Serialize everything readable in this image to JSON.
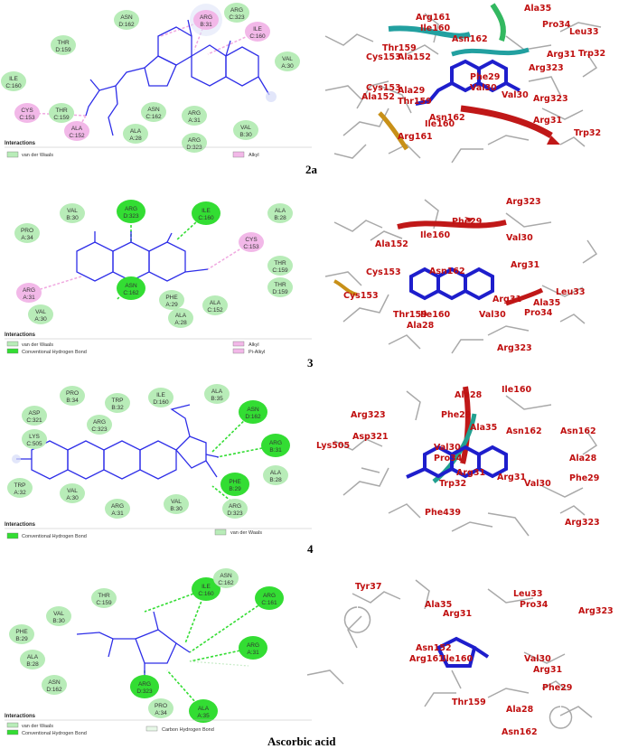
{
  "colors": {
    "vdw": "#b8ecb8",
    "hbond": "#33dd33",
    "alkyl": "#f2b8e8",
    "carbonH": "#e6f7e6",
    "ligand": "#2e2ee8",
    "residue3d": "#c01010"
  },
  "panels": [
    {
      "label": "2a",
      "residues": [
        {
          "name": "ASN",
          "id": "D:162",
          "type": "vdw"
        },
        {
          "name": "ARG",
          "id": "C:323",
          "type": "vdw"
        },
        {
          "name": "ARG",
          "id": "B:31",
          "type": "alkyl"
        },
        {
          "name": "ILE",
          "id": "C:160",
          "type": "alkyl"
        },
        {
          "name": "THR",
          "id": "D:159",
          "type": "vdw"
        },
        {
          "name": "VAL",
          "id": "A:30",
          "type": "vdw"
        },
        {
          "name": "ILE",
          "id": "C:160",
          "type": "vdw"
        },
        {
          "name": "CYS",
          "id": "C:153",
          "type": "alkyl"
        },
        {
          "name": "THR",
          "id": "C:159",
          "type": "vdw"
        },
        {
          "name": "ASN",
          "id": "C:162",
          "type": "vdw"
        },
        {
          "name": "ARG",
          "id": "A:31",
          "type": "vdw"
        },
        {
          "name": "VAL",
          "id": "B:30",
          "type": "vdw"
        },
        {
          "name": "ALA",
          "id": "C:152",
          "type": "alkyl"
        },
        {
          "name": "ALA",
          "id": "A:28",
          "type": "vdw"
        },
        {
          "name": "ARG",
          "id": "D:323",
          "type": "vdw"
        }
      ],
      "legend_title": "Interactions",
      "legend": [
        {
          "text": "van der Waals",
          "type": "vdw"
        },
        {
          "text": "Alkyl",
          "type": "alkyl"
        }
      ],
      "labels3d": [
        "Ala35",
        "Arg161",
        "Ile160",
        "Pro34",
        "Leu33",
        "Thr159",
        "Asn162",
        "Cys153",
        "Ala152",
        "Arg31",
        "Trp32",
        "Arg323",
        "Phe29",
        "Val30",
        "Cys153",
        "Ala152",
        "Arg323",
        "Ala29",
        "Thr159",
        "Val30",
        "Asn162",
        "Ile160",
        "Arg31",
        "Arg161",
        "Trp32"
      ]
    },
    {
      "label": "3",
      "residues": [
        {
          "name": "VAL",
          "id": "B:30",
          "type": "vdw"
        },
        {
          "name": "ARG",
          "id": "D:323",
          "type": "hbond"
        },
        {
          "name": "ILE",
          "id": "C:160",
          "type": "hbond"
        },
        {
          "name": "ALA",
          "id": "B:28",
          "type": "vdw"
        },
        {
          "name": "PRO",
          "id": "A:34",
          "type": "vdw"
        },
        {
          "name": "CYS",
          "id": "C:153",
          "type": "alkyl"
        },
        {
          "name": "THR",
          "id": "C:159",
          "type": "vdw"
        },
        {
          "name": "THR",
          "id": "D:159",
          "type": "vdw"
        },
        {
          "name": "ARG",
          "id": "A:31",
          "type": "alkyl"
        },
        {
          "name": "ASN",
          "id": "C:162",
          "type": "hbond"
        },
        {
          "name": "PHE",
          "id": "A:29",
          "type": "vdw"
        },
        {
          "name": "ALA",
          "id": "C:152",
          "type": "vdw"
        },
        {
          "name": "VAL",
          "id": "A:30",
          "type": "vdw"
        },
        {
          "name": "ALA",
          "id": "A:28",
          "type": "vdw"
        }
      ],
      "legend_title": "Interactions",
      "legend": [
        {
          "text": "van der Waals",
          "type": "vdw"
        },
        {
          "text": "Conventional Hydrogen Bond",
          "type": "hbond"
        },
        {
          "text": "Alkyl",
          "type": "alkyl"
        },
        {
          "text": "Pi-Alkyl",
          "type": "alkyl"
        }
      ],
      "labels3d": [
        "Arg323",
        "Phe29",
        "Ile160",
        "Ala152",
        "Val30",
        "Arg31",
        "Cys153",
        "Asn162",
        "Cys153",
        "Arg31",
        "Leu33",
        "Ala35",
        "Thr159",
        "Ile160",
        "Val30",
        "Pro34",
        "Ala28",
        "Arg323"
      ]
    },
    {
      "label": "4",
      "residues": [
        {
          "name": "PRO",
          "id": "B:34",
          "type": "vdw"
        },
        {
          "name": "TRP",
          "id": "B:32",
          "type": "vdw"
        },
        {
          "name": "ILE",
          "id": "D:160",
          "type": "vdw"
        },
        {
          "name": "ALA",
          "id": "B:35",
          "type": "vdw"
        },
        {
          "name": "ASP",
          "id": "C:321",
          "type": "vdw"
        },
        {
          "name": "ASN",
          "id": "D:162",
          "type": "hbond"
        },
        {
          "name": "ARG",
          "id": "C:323",
          "type": "vdw"
        },
        {
          "name": "LYS",
          "id": "C:505",
          "type": "vdw"
        },
        {
          "name": "ARG",
          "id": "B:31",
          "type": "hbond"
        },
        {
          "name": "ALA",
          "id": "B:28",
          "type": "vdw"
        },
        {
          "name": "TRP",
          "id": "A:32",
          "type": "vdw"
        },
        {
          "name": "VAL",
          "id": "A:30",
          "type": "vdw"
        },
        {
          "name": "ARG",
          "id": "A:31",
          "type": "vdw"
        },
        {
          "name": "VAL",
          "id": "B:30",
          "type": "vdw"
        },
        {
          "name": "ARG",
          "id": "D:323",
          "type": "vdw"
        },
        {
          "name": "PHE",
          "id": "B:29",
          "type": "hbond"
        }
      ],
      "legend_title": "Interactions",
      "legend": [
        {
          "text": "Conventional Hydrogen Bond",
          "type": "hbond"
        },
        {
          "text": "van der Waals",
          "type": "vdw"
        }
      ],
      "labels3d": [
        "Ile160",
        "Ala28",
        "Arg323",
        "Phe29",
        "Ala35",
        "Asn162",
        "Asn162",
        "Lys505",
        "Asp321",
        "Val30",
        "Pro34",
        "Arg31",
        "Ala28",
        "Trp32",
        "Arg31",
        "Phe29",
        "Val30",
        "Phe439",
        "Arg323"
      ]
    },
    {
      "label": "Ascorbic acid",
      "residues": [
        {
          "name": "THR",
          "id": "C:159",
          "type": "vdw"
        },
        {
          "name": "ILE",
          "id": "C:160",
          "type": "hbond"
        },
        {
          "name": "ASN",
          "id": "C:162",
          "type": "vdw"
        },
        {
          "name": "VAL",
          "id": "B:30",
          "type": "vdw"
        },
        {
          "name": "ARG",
          "id": "C:161",
          "type": "hbond"
        },
        {
          "name": "PHE",
          "id": "B:29",
          "type": "vdw"
        },
        {
          "name": "ALA",
          "id": "B:28",
          "type": "vdw"
        },
        {
          "name": "ARG",
          "id": "A:31",
          "type": "hbond"
        },
        {
          "name": "ASN",
          "id": "D:162",
          "type": "vdw"
        },
        {
          "name": "ARG",
          "id": "D:323",
          "type": "hbond"
        },
        {
          "name": "PRO",
          "id": "A:34",
          "type": "vdw"
        },
        {
          "name": "ALA",
          "id": "A:35",
          "type": "hbond"
        }
      ],
      "legend_title": "Interactions",
      "legend": [
        {
          "text": "van der Waals",
          "type": "vdw"
        },
        {
          "text": "Conventional Hydrogen Bond",
          "type": "hbond"
        },
        {
          "text": "Carbon Hydrogen Bond",
          "type": "carbonH"
        }
      ],
      "labels3d": [
        "Tyr37",
        "Leu33",
        "Ala35",
        "Pro34",
        "Arg31",
        "Arg323",
        "Asn152",
        "Arg161",
        "Ile160",
        "Val30",
        "Arg31",
        "Phe29",
        "Thr159",
        "Ala28",
        "Asn162"
      ]
    }
  ]
}
